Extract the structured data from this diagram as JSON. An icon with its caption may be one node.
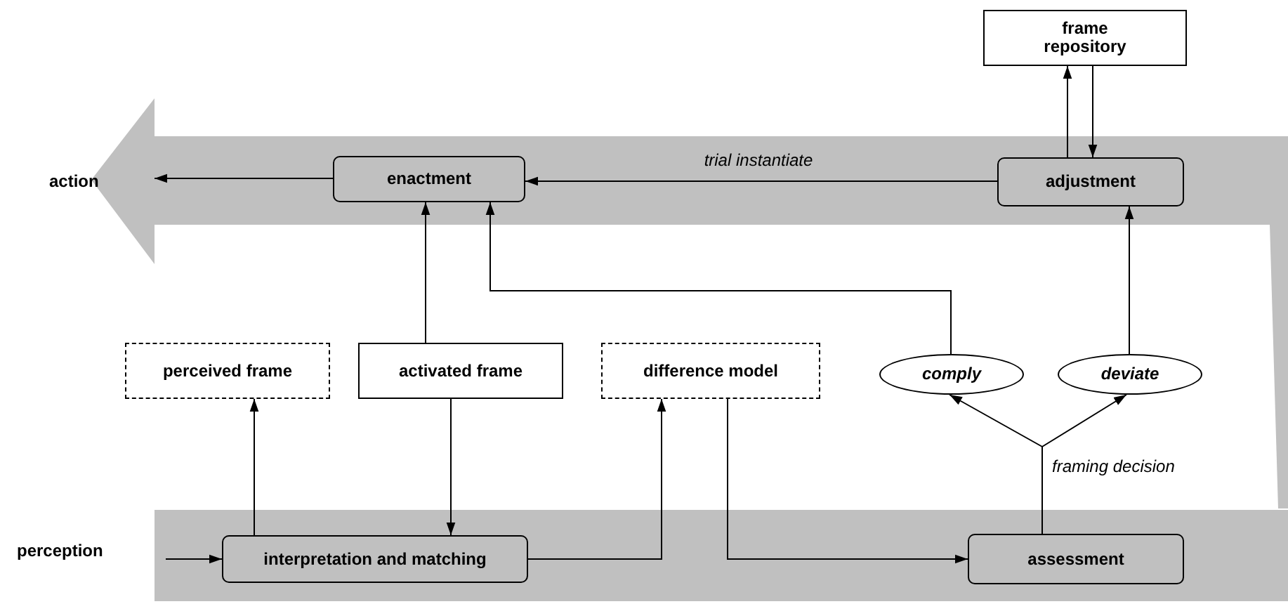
{
  "diagram": {
    "nodes": [
      {
        "text": [
          "frame repository"
        ]
      },
      {
        "text": [
          "enactment"
        ]
      },
      {
        "text": [
          "adjustment"
        ]
      },
      {
        "text": [
          "perceived frame"
        ]
      },
      {
        "text": [
          "activated frame"
        ]
      },
      {
        "text": [
          "difference model"
        ]
      },
      {
        "text": [
          "comply"
        ]
      },
      {
        "text": [
          "deviate"
        ]
      },
      {
        "text": [
          "interpretation and matching"
        ]
      },
      {
        "text": [
          "assessment"
        ]
      }
    ],
    "edges": [
      {
        "from": 1,
        "to": null,
        "arrow": "to"
      },
      {
        "from": 2,
        "to": 1,
        "arrow": "to",
        "label": "trial instantiate"
      },
      {
        "from": 2,
        "to": 0,
        "arrow": "to"
      },
      {
        "from": 0,
        "to": 2,
        "arrow": "to"
      },
      {
        "from": 4,
        "to": 1,
        "arrow": "to"
      },
      {
        "from": 6,
        "to": 1,
        "arrow": "to"
      },
      {
        "from": 7,
        "to": 2,
        "arrow": "to"
      },
      {
        "from": 8,
        "to": 3,
        "arrow": "to"
      },
      {
        "from": 4,
        "to": 8,
        "arrow": "to"
      },
      {
        "from": 8,
        "to": 5,
        "arrow": "to"
      },
      {
        "from": 5,
        "to": 9,
        "arrow": "to"
      },
      {
        "from": 9,
        "to": 6,
        "arrow": "to",
        "label": "framing decision"
      },
      {
        "from": 9,
        "to": 7,
        "arrow": "to"
      },
      {
        "from": null,
        "to": 8,
        "arrow": "to"
      }
    ],
    "labels": [
      "action",
      "perception"
    ]
  }
}
